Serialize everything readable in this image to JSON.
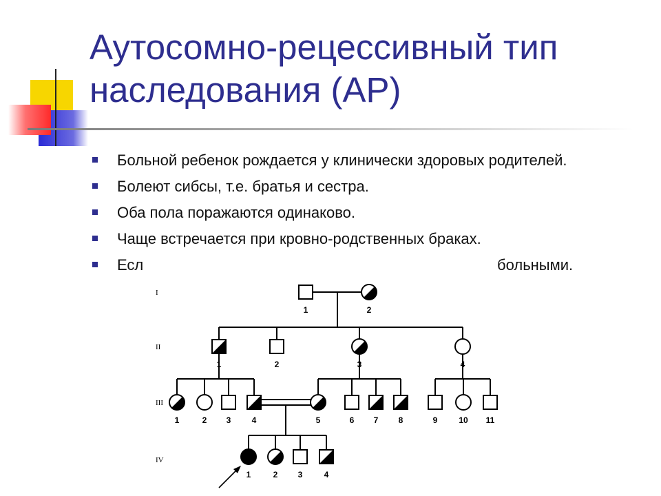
{
  "slide": {
    "title_lines": [
      "Аутосомно-рецессивный тип",
      "наследования (АР)"
    ],
    "colors": {
      "title": "#2e2e8f",
      "bullet": "#2e2e8f",
      "deco_yellow": "#f7d600",
      "deco_red": "#ff2a2a",
      "deco_blue": "#2b2bd6"
    },
    "bullets": [
      {
        "text": "Больной ребенок рождается у клинически здоровых родителей."
      },
      {
        "text": "Болеют сибсы, т.е. братья и сестра."
      },
      {
        "text": "Оба пола поражаются одинаково."
      },
      {
        "text": "Чаще встречается при кровно-родственных браках."
      },
      {
        "text": "Есл",
        "tail": "больными."
      }
    ]
  },
  "pedigree": {
    "generations": [
      "I",
      "II",
      "III",
      "IV"
    ],
    "individuals": [
      {
        "gen": "I",
        "num": "1",
        "sex": "male",
        "status": "unaffected"
      },
      {
        "gen": "I",
        "num": "2",
        "sex": "female",
        "status": "carrier"
      },
      {
        "gen": "II",
        "num": "1",
        "sex": "male",
        "status": "carrier"
      },
      {
        "gen": "II",
        "num": "2",
        "sex": "male",
        "status": "unaffected"
      },
      {
        "gen": "II",
        "num": "3",
        "sex": "female",
        "status": "carrier"
      },
      {
        "gen": "II",
        "num": "4",
        "sex": "female",
        "status": "unaffected"
      },
      {
        "gen": "III",
        "num": "1",
        "sex": "female",
        "status": "carrier"
      },
      {
        "gen": "III",
        "num": "2",
        "sex": "female",
        "status": "unaffected"
      },
      {
        "gen": "III",
        "num": "3",
        "sex": "male",
        "status": "unaffected"
      },
      {
        "gen": "III",
        "num": "4",
        "sex": "male",
        "status": "carrier"
      },
      {
        "gen": "III",
        "num": "5",
        "sex": "female",
        "status": "carrier"
      },
      {
        "gen": "III",
        "num": "6",
        "sex": "male",
        "status": "unaffected"
      },
      {
        "gen": "III",
        "num": "7",
        "sex": "male",
        "status": "carrier"
      },
      {
        "gen": "III",
        "num": "8",
        "sex": "male",
        "status": "carrier"
      },
      {
        "gen": "III",
        "num": "9",
        "sex": "male",
        "status": "unaffected"
      },
      {
        "gen": "III",
        "num": "10",
        "sex": "female",
        "status": "unaffected"
      },
      {
        "gen": "III",
        "num": "11",
        "sex": "male",
        "status": "unaffected"
      },
      {
        "gen": "IV",
        "num": "1",
        "sex": "female",
        "status": "affected",
        "proband": true
      },
      {
        "gen": "IV",
        "num": "2",
        "sex": "female",
        "status": "carrier"
      },
      {
        "gen": "IV",
        "num": "3",
        "sex": "male",
        "status": "unaffected"
      },
      {
        "gen": "IV",
        "num": "4",
        "sex": "male",
        "status": "carrier"
      }
    ]
  }
}
